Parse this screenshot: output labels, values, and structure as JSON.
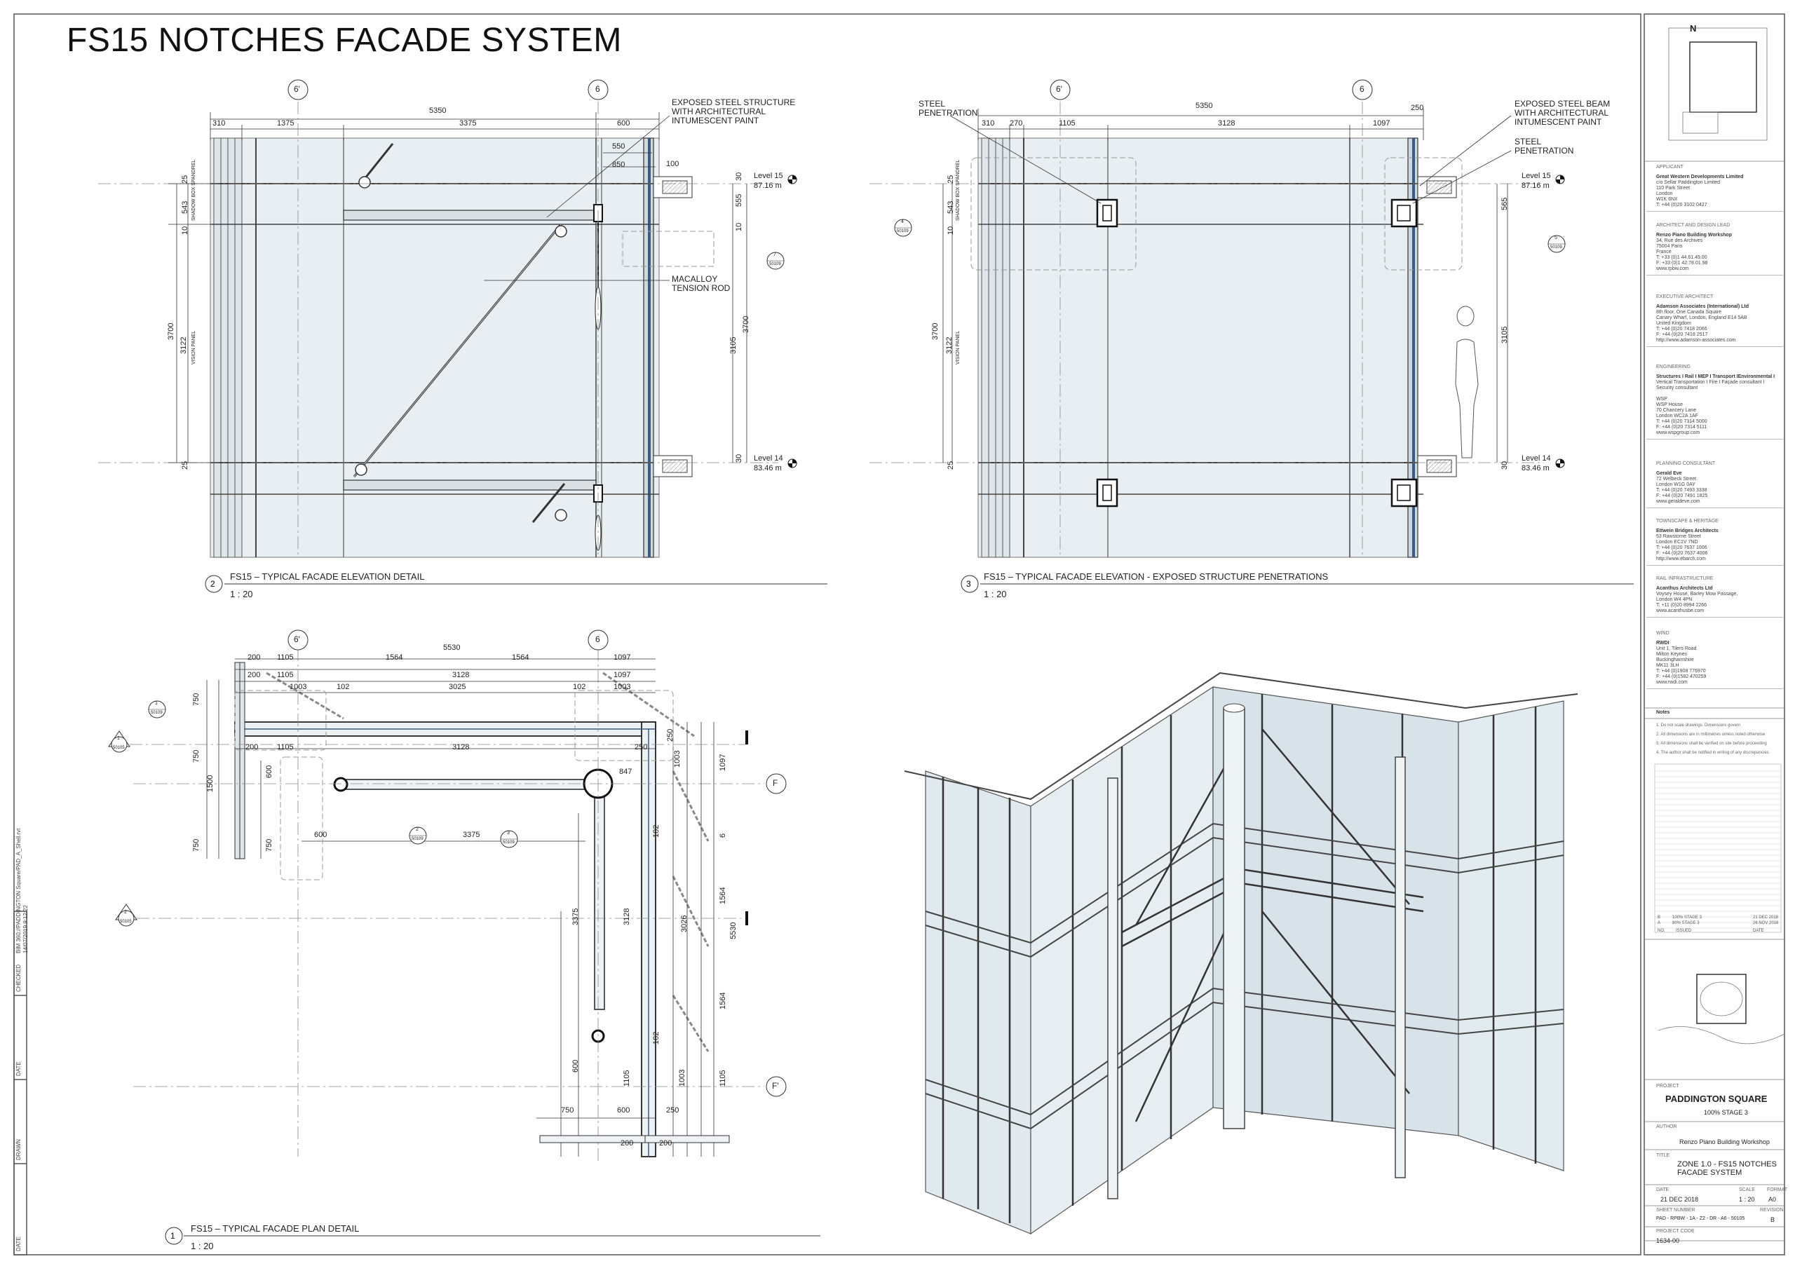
{
  "sheet": {
    "title": "FS15 NOTCHES FACADE SYSTEM"
  },
  "views": {
    "elevation_detail": {
      "number": "2",
      "title": "FS15 – TYPICAL FACADE ELEVATION DETAIL",
      "scale": "1 : 20",
      "grid_labels": [
        "6'",
        "6"
      ],
      "top_dims": [
        "5350",
        "310",
        "1375",
        "3375",
        "600"
      ],
      "inner_dims": [
        "550",
        "850",
        "100"
      ],
      "left_dims": [
        "25",
        "543",
        "10",
        "3700",
        "3122",
        "25"
      ],
      "left_panel_labels": [
        "SHADOW BOX SPANDREL",
        "VISION PANEL"
      ],
      "right_dims": [
        "30",
        "555",
        "10",
        "3700",
        "3105",
        "30"
      ],
      "levels": [
        {
          "name": "Level 15",
          "height": "87.16 m"
        },
        {
          "name": "Level 14",
          "height": "83.46 m"
        }
      ],
      "callouts": [
        "EXPOSED STEEL STRUCTURE\nWITH ARCHITECTURAL\nINTUMESCENT PAINT",
        "MACALLOY\nTENSION ROD"
      ],
      "detail_refs": [
        {
          "num": "7",
          "sheet": "50109"
        }
      ]
    },
    "elevation_penetrations": {
      "number": "3",
      "title": "FS15 – TYPICAL FACADE ELEVATION - EXPOSED STRUCTURE PENETRATIONS",
      "scale": "1 : 20",
      "grid_labels": [
        "6'",
        "6"
      ],
      "top_dims": [
        "5350",
        "250",
        "310",
        "270",
        "1105",
        "3128",
        "1097"
      ],
      "left_dims": [
        "25",
        "543",
        "10",
        "3700",
        "3122",
        "25"
      ],
      "left_panel_labels": [
        "SHADOW BOX SPANDREL",
        "VISION PANEL"
      ],
      "right_dims": [
        "565",
        "3105",
        "30"
      ],
      "levels": [
        {
          "name": "Level 15",
          "height": "87.16 m"
        },
        {
          "name": "Level 14",
          "height": "83.46 m"
        }
      ],
      "callouts": [
        "STEEL\nPENETRATION",
        "EXPOSED STEEL BEAM\nWITH ARCHITECTURAL\nINTUMESCENT PAINT",
        "STEEL\nPENETRATION"
      ],
      "detail_refs": [
        {
          "num": "4",
          "sheet": "50109"
        },
        {
          "num": "5",
          "sheet": "50109"
        }
      ]
    },
    "plan_detail": {
      "number": "1",
      "title": "FS15 – TYPICAL FACADE PLAN DETAIL",
      "scale": "1 : 20",
      "grid_labels": [
        "6'",
        "6",
        "F",
        "F'"
      ],
      "top_dims_row1": [
        "200",
        "1105",
        "5530",
        "1564",
        "1564",
        "1097"
      ],
      "top_dims_row2": [
        "200",
        "1105",
        "3128",
        "1097"
      ],
      "top_dims_row3": [
        "1003",
        "102",
        "3025",
        "102",
        "1003"
      ],
      "mid_dims": [
        "200",
        "1105",
        "3128",
        "250"
      ],
      "left_dims": [
        "750",
        "750",
        "1500",
        "750",
        "600",
        "750"
      ],
      "inner_dims": [
        "600",
        "3375",
        "847"
      ],
      "right_dims": [
        "250",
        "1003",
        "1097",
        "102",
        "6",
        "1564",
        "5530",
        "3026",
        "3128",
        "3375",
        "102",
        "1564",
        "1003",
        "1105",
        "1105",
        "600"
      ],
      "bottom_dims": [
        "750",
        "600",
        "250",
        "200",
        "200"
      ],
      "detail_refs": [
        {
          "num": "1",
          "sheet": "50109"
        },
        {
          "num": "2",
          "sheet": "50109"
        },
        {
          "num": "3",
          "sheet": "50109"
        },
        {
          "num": "1",
          "sheet": "50105"
        },
        {
          "num": "2",
          "sheet": "50105"
        }
      ]
    }
  },
  "title_block": {
    "applicant_heading": "APPLICANT",
    "applicant": [
      "Great Western Developments Limited",
      "c/o Sellar Paddington Limited",
      "110 Park Street",
      "London",
      "W1K 6NX",
      "T: +44 (0)20 3102 0427"
    ],
    "architect_heading": "ARCHITECT AND DESIGN LEAD",
    "architect": [
      "Renzo Piano Building Workshop",
      "34, Rue des Archives",
      "75004 Paris",
      "France",
      "T: +33 (0)1 44.61.49.00",
      "F: +33 (0)1 42.78.01.98",
      "www.rpbw.com"
    ],
    "exec_heading": "EXECUTIVE ARCHITECT",
    "exec": [
      "Adamson Associates (International) Ltd",
      "8th floor, One Canada Square",
      "Canary Wharf, London, England E14 5AB",
      "United Kingdom",
      "T: +44 (0)20 7418 2066",
      "F: +44 (0)20 7418 2517",
      "http://www.adamson-associates.com"
    ],
    "eng_heading": "ENGINEERING",
    "eng": [
      "Structures I Rail I MEP I Transport IEnvironmental I",
      "Vertical Transportation I Fire I Façade consultant I",
      "Security consultant",
      "",
      "WSP",
      "WSP House",
      "70 Chancery Lane",
      "London WC2A 1AF",
      "T: +44 (0)20 7314 5000",
      "F: +44 (0)20 7314 5111",
      "www.wspgroup.com"
    ],
    "planning_heading": "PLANNING CONSULTANT",
    "planning": [
      "Gerald Eve",
      "72 Welbeck Street",
      "London W1G 0AY",
      "T: +44 (0)20 7493 3338",
      "F: +44 (0)20 7491 1825",
      "www.geraldeve.com"
    ],
    "townscape_heading": "TOWNSCAPE & HERITAGE",
    "townscape": [
      "Ettwein Bridges Architects",
      "53 Rawstorne Street",
      "London EC1V 7ND",
      "T: +44 (0)20 7637 1006",
      "F: +44 (0)20 7637 4006",
      "http://www.ebarch.com"
    ],
    "rail_heading": "RAIL INFRASTRUCTURE",
    "rail": [
      "Acanthus Architects Ltd",
      "Voysey House, Barley Mow Passage,",
      "London W4 4PN",
      "T: +11 (0)20 8994 2266",
      "www.acanthusbe.com"
    ],
    "wind_heading": "WIND",
    "wind": [
      "RWDI",
      "Unit 1, Tilers Road",
      "Milton Keynes",
      "Buckinghamshire",
      "MK11 3LH",
      "T: +44 (0)1908 776970",
      "F: +44 (0)1582 470259",
      "www.rwdi.com"
    ],
    "notes_heading": "Notes",
    "notes": [
      "1. Do not scale drawings. Dimensions govern",
      "2. All dimensions are in millimetres unless noted otherwise",
      "3. All dimensions shall be verified on site before proceeding",
      "4. The author shall be notified in writing of any discrepancies"
    ],
    "revisions": [
      {
        "rev": "B",
        "desc": "100% STAGE 3",
        "date": "21 DEC 2018"
      },
      {
        "rev": "A",
        "desc": "80% STAGE 3",
        "date": "26 NOV 2018"
      }
    ],
    "rev_headers": [
      "NO.",
      "ISSUED",
      "DATE"
    ],
    "north": "N",
    "project_label": "PROJECT",
    "project": "PADDINGTON SQUARE",
    "stage": "100% STAGE 3",
    "author_label": "AUTHOR",
    "author": "Renzo Piano Building Workshop",
    "title_label": "TITLE",
    "drawing_title": "ZONE 1.0 - FS15 NOTCHES\nFACADE SYSTEM",
    "date_label": "DATE",
    "date": "21 DEC 2018",
    "scale_label": "SCALE",
    "scale": "1 : 20",
    "format_label": "FORMAT",
    "format": "A0",
    "sheet_label": "SHEET NUMBER",
    "sheet_number": "PAD - RPBW - 1A - Z2 - DR - A6 - 50105",
    "revision_label": "REVISION",
    "revision": "B",
    "code_label": "PROJECT CODE",
    "code": "1634-00"
  },
  "left_margin": {
    "file_path": "BIM 360://PADDINGTON Square/PAD_A_Shell.rvt",
    "file_date": "14/07/2019 9:12:22",
    "boxes": [
      "CHECKED",
      "DATE",
      "DRAWN",
      "DATE"
    ]
  }
}
